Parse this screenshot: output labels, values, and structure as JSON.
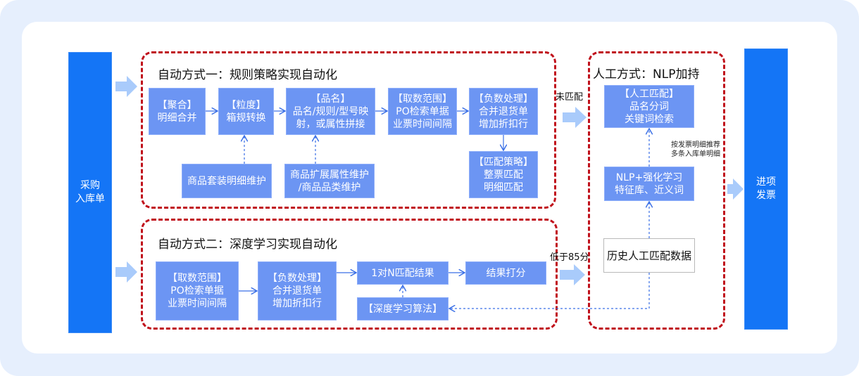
{
  "diagram": {
    "source_bar": {
      "line1": "采购",
      "line2": "入库单"
    },
    "target_bar": {
      "line1": "进项",
      "line2": "发票"
    },
    "auto_method_1": {
      "title": "自动方式一：规则策略实现自动化",
      "steps": [
        {
          "lines": [
            "【聚合】",
            "明细合并"
          ]
        },
        {
          "lines": [
            "【粒度】",
            "箱规转换"
          ]
        },
        {
          "lines": [
            "【品名】",
            "品名/规则/型号映",
            "射，或属性拼接"
          ]
        },
        {
          "lines": [
            "【取数范围】",
            "PO检索单据",
            "业票时间间隔"
          ]
        },
        {
          "lines": [
            "【负数处理】",
            "合并退货单",
            "增加折扣行"
          ]
        }
      ],
      "strategy": {
        "lines": [
          "【匹配策略】",
          "整票匹配",
          "明细匹配"
        ]
      },
      "support": [
        {
          "lines": [
            "商品套装明细维护"
          ]
        },
        {
          "lines": [
            "商品扩展属性维护",
            "/商品品类维护"
          ]
        }
      ],
      "exit_label": "未匹配"
    },
    "auto_method_2": {
      "title": "自动方式二：深度学习实现自动化",
      "steps": [
        {
          "lines": [
            "【取数范围】",
            "PO检索单据",
            "业票时间间隔"
          ]
        },
        {
          "lines": [
            "【负数处理】",
            "合并退货单",
            "增加折扣行"
          ]
        },
        {
          "lines": [
            "1对N匹配结果"
          ]
        },
        {
          "lines": [
            "结果打分"
          ]
        }
      ],
      "algorithm": {
        "lines": [
          "【深度学习算法】"
        ]
      },
      "exit_label": "低于85分"
    },
    "manual_method": {
      "title": "人工方式：NLP加持",
      "manual_match": {
        "lines": [
          "【人工匹配】",
          "品名分词",
          "关键词检索"
        ]
      },
      "nlp": {
        "lines": [
          "NLP+强化学习",
          "特征库、近义词"
        ]
      },
      "history": {
        "lines": [
          "历史人工匹配数据"
        ]
      },
      "note": {
        "lines": [
          "按发票明细推荐",
          "多条入库单明细"
        ]
      }
    },
    "colors": {
      "bar_blue": "#1475f6",
      "node_blue": "#6c95f3",
      "dash_red": "#c0111b",
      "arrow_light": "#a9cbfb",
      "connector": "#3a6fe6",
      "background": "#e6effd"
    }
  }
}
